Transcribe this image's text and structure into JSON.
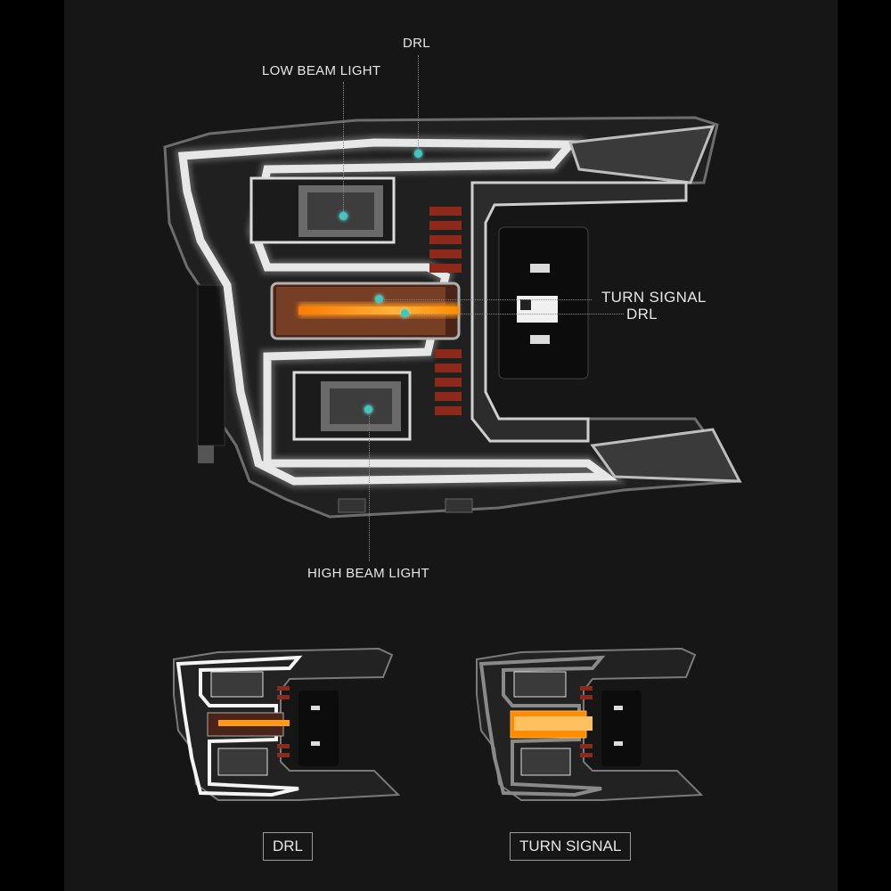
{
  "callouts": {
    "drl_top": "DRL",
    "low_beam": "LOW BEAM LIGHT",
    "turn_signal": "TURN SIGNAL",
    "drl_side": "DRL",
    "high_beam": "HIGH BEAM LIGHT"
  },
  "captions": {
    "left": "DRL",
    "right": "TURN SIGNAL"
  },
  "colors": {
    "background": "#161616",
    "callout_dot": "#3fc8c0",
    "amber": "#ff9a1a",
    "drl_white": "#f4f4f4"
  }
}
